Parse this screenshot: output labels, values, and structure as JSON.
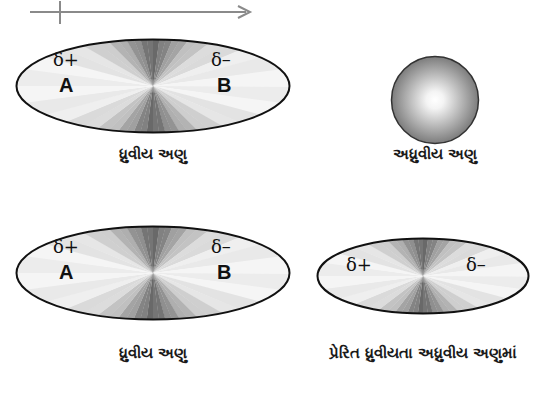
{
  "diagram": {
    "nodes": [
      {
        "text": [
          "δ+",
          "A",
          "δ–",
          "B",
          "ધ્રુવીય અણુ"
        ]
      },
      {
        "text": [
          "અધ્રુવીય અણુ"
        ]
      },
      {
        "text": [
          "δ+",
          "A",
          "δ–",
          "B",
          "ધ્રુવીય અણુ"
        ]
      },
      {
        "text": [
          "δ+",
          "δ–",
          "પ્રેરિત ધ્રુવીયતા અધ્રુવીય અણુમાં"
        ]
      }
    ]
  }
}
